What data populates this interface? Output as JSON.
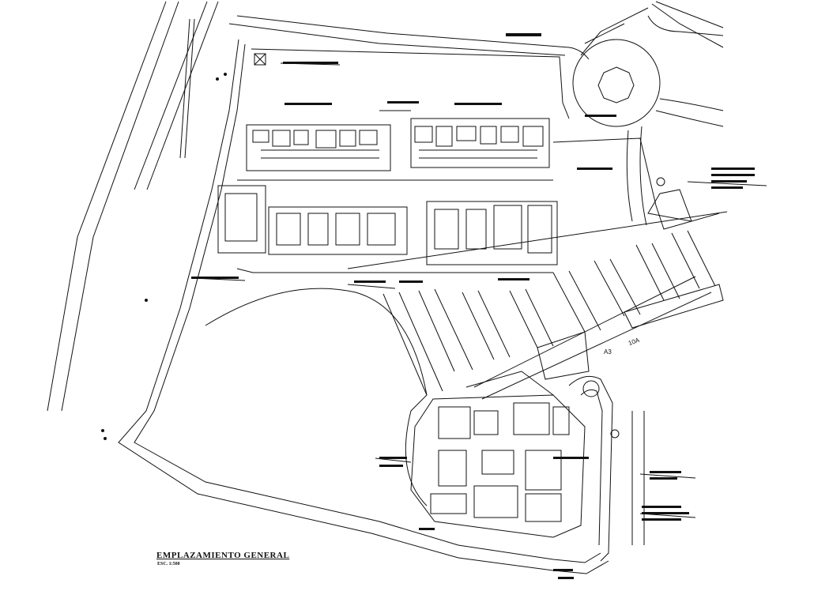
{
  "plan": {
    "title": "EMPLAZAMIENTO GENERAL",
    "scale": "ESC. 1:500",
    "marker_a3": "A3",
    "marker_10a": "10A"
  }
}
